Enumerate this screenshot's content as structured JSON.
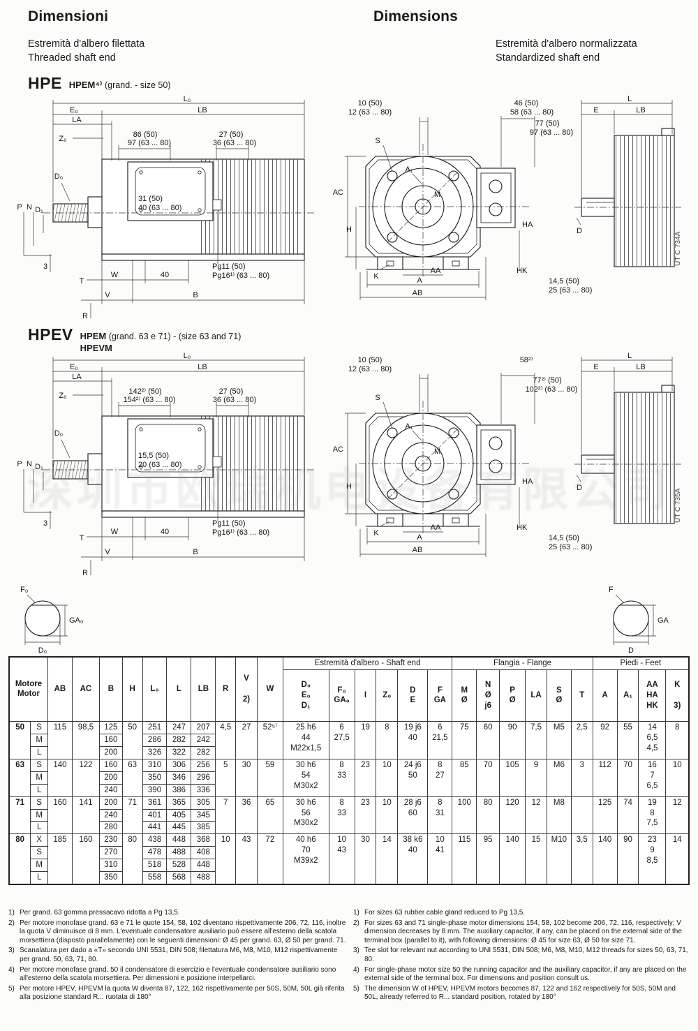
{
  "page": {
    "title_left": "Dimensioni",
    "title_right": "Dimensions",
    "subtitle_left_line1": "Estremità d'albero filettata",
    "subtitle_left_line2": "Threaded shaft end",
    "subtitle_right_line1": "Estremità d'albero normalizzata",
    "subtitle_right_line2": "Standardized shaft end",
    "watermark": "深圳市欧瑞机电设备有限公司"
  },
  "hpe": {
    "title": "HPE",
    "sub": "HPEM⁴⁾",
    "size_note": "(grand. - size 50)",
    "labels": {
      "ref": "UT C  734A",
      "L0": "L₀",
      "LB": "LB",
      "E0": "E₀",
      "LA": "LA",
      "Z0": "Z₀",
      "box_l1": "86 (50)",
      "box_l2": "97 (63 ... 80)",
      "box_r1": "27 (50)",
      "box_r2": "36 (63 ... 80)",
      "in1": "31 (50)",
      "in2": "40 (63 ... 80)",
      "D0": "D₀",
      "P": "P",
      "N": "N",
      "D1": "D₁",
      "pg1": "Pg11  (50)",
      "pg2": "Pg16¹⁾ (63 ... 80)",
      "d3": "3",
      "T": "T",
      "W": "W",
      "d40": "40",
      "V": "V",
      "B": "B",
      "R": "R",
      "f_t1": "10 (50)",
      "f_t2": "12 (63 ... 80)",
      "f_r1a": "46 (50)",
      "f_r1b": "58 (63 ... 80)",
      "f_r2a": "77 (50)",
      "f_r2b": "97 (63 ... 80)",
      "S": "S",
      "AC": "AC",
      "A1": "A₁",
      "M": "M",
      "H": "H",
      "HA": "HA",
      "K": "K",
      "AA": "AA",
      "HK": "HK",
      "A": "A",
      "AB": "AB",
      "f_b1": "14,5 (50)",
      "f_b2": "25   (63 ... 80)",
      "L": "L",
      "LBe": "LB",
      "E": "E",
      "D": "D"
    }
  },
  "hpev": {
    "title": "HPEV",
    "sub1": "HPEM",
    "size_note": "(grand. 63 e 71) - (size 63 and 71)",
    "sub2": "HPEVM",
    "labels": {
      "ref": "UT C  735A",
      "L0": "L₀",
      "LB": "LB",
      "E0": "E₀",
      "LA": "LA",
      "Z0": "Z₀",
      "box_l1": "142²⁾ (50)",
      "box_l2": "154²⁾ (63 ... 80)",
      "box_r1": "27 (50)",
      "box_r2": "36 (63 ... 80)",
      "in1": "15,5 (50)",
      "in2": "20  (63 ... 80)",
      "D0": "D₀",
      "P": "P",
      "N": "N",
      "D1": "D₁",
      "pg1": "Pg11  (50)",
      "pg2": "Pg16¹⁾ (63 ... 80)",
      "d3": "3",
      "T": "T",
      "W": "W",
      "d40": "40",
      "V": "V",
      "B": "B",
      "R": "R",
      "f_t1": "10 (50)",
      "f_t2": "12 (63 ... 80)",
      "f_r1a": "58²⁾",
      "f_r1b": "",
      "f_r2a": "77²⁾ (50)",
      "f_r2b": "102²⁾ (63 ... 80)",
      "S": "S",
      "AC": "AC",
      "A1": "A₁",
      "M": "M",
      "H": "H",
      "HA": "HA",
      "K": "K",
      "AA": "AA",
      "HK": "HK",
      "A": "A",
      "AB": "AB",
      "f_b1": "14,5 (50)",
      "f_b2": "25   (63 ... 80)",
      "L": "L",
      "LBe": "LB",
      "E": "E",
      "D": "D"
    }
  },
  "shaft_detail": {
    "left": {
      "F": "F₀",
      "GA": "GA₀",
      "D": "D₀"
    },
    "right": {
      "F": "F",
      "GA": "GA",
      "D": "D"
    }
  },
  "table": {
    "motor_header": "Motore\nMotor",
    "plain_cols": [
      {
        "key": "AB",
        "label": "AB"
      },
      {
        "key": "AC",
        "label": "AC"
      },
      {
        "key": "B",
        "label": "B"
      },
      {
        "key": "H",
        "label": "H"
      },
      {
        "key": "L0",
        "label": "L₀"
      },
      {
        "key": "L",
        "label": "L"
      },
      {
        "key": "LB",
        "label": "LB"
      },
      {
        "key": "R",
        "label": "R"
      },
      {
        "key": "V",
        "label": "V",
        "note": "2)"
      },
      {
        "key": "W",
        "label": "W"
      }
    ],
    "groups": [
      {
        "label": "Estremità d'albero - Shaft end",
        "cols": [
          {
            "key": "DED",
            "label": "D₀\nE₀\nD₁"
          },
          {
            "key": "FGA0",
            "label": "F₀\nGA₀"
          },
          {
            "key": "I",
            "label": "I"
          },
          {
            "key": "Z0",
            "label": "Z₀"
          },
          {
            "key": "DE",
            "label": "D\nE"
          },
          {
            "key": "FGA",
            "label": "F\nGA"
          }
        ]
      },
      {
        "label": "Flangia - Flange",
        "cols": [
          {
            "key": "M",
            "label": "M\nØ"
          },
          {
            "key": "N",
            "label": "N\nØ\nj6"
          },
          {
            "key": "P",
            "label": "P\nØ"
          },
          {
            "key": "LA",
            "label": "LA"
          },
          {
            "key": "S",
            "label": "S\nØ"
          },
          {
            "key": "T",
            "label": "T"
          }
        ]
      },
      {
        "label": "Piedi - Feet",
        "cols": [
          {
            "key": "A",
            "label": "A"
          },
          {
            "key": "A1",
            "label": "A₁"
          },
          {
            "key": "AAHK",
            "label": "AA\nHA\nHK"
          },
          {
            "key": "K",
            "label": "K",
            "note": "3)"
          }
        ]
      }
    ],
    "col_order": [
      "AB",
      "AC",
      "B",
      "H",
      "L0",
      "L",
      "LB",
      "R",
      "V",
      "W",
      "DED",
      "FGA0",
      "I",
      "Z0",
      "DE",
      "FGA",
      "M",
      "N",
      "P",
      "LA",
      "S",
      "T",
      "A",
      "A1",
      "AAHK",
      "K"
    ],
    "variant_cols": [
      "B",
      "L0",
      "L",
      "LB"
    ],
    "rows": [
      {
        "size": "50",
        "variants": [
          {
            "v": "S",
            "B": "125",
            "L0": "251",
            "L": "247",
            "LB": "207"
          },
          {
            "v": "M",
            "B": "160",
            "L0": "286",
            "L": "282",
            "LB": "242"
          },
          {
            "v": "L",
            "B": "200",
            "L0": "326",
            "L": "322",
            "LB": "282"
          }
        ],
        "shared": {
          "AB": "115",
          "AC": "98,5",
          "H": "50",
          "R": "4,5",
          "V": "27",
          "W": "52⁵⁾",
          "DED": "25 h6\n44\nM22x1,5",
          "FGA0": "6\n27,5",
          "I": "19",
          "Z0": "8",
          "DE": "19 j6\n40",
          "FGA": "6\n21,5",
          "M": "75",
          "N": "60",
          "P": "90",
          "LA": "7,5",
          "S": "M5",
          "T": "2,5",
          "A": "92",
          "A1": "55",
          "AAHK": "14\n6,5\n4,5",
          "K": "8"
        }
      },
      {
        "size": "63",
        "variants": [
          {
            "v": "S",
            "B": "160",
            "L0": "310",
            "L": "306",
            "LB": "256"
          },
          {
            "v": "M",
            "B": "200",
            "L0": "350",
            "L": "346",
            "LB": "296"
          },
          {
            "v": "L",
            "B": "240",
            "L0": "390",
            "L": "386",
            "LB": "336"
          }
        ],
        "shared": {
          "AB": "140",
          "AC": "122",
          "H": "63",
          "R": "5",
          "V": "30",
          "W": "59",
          "DED": "30 h6\n54\nM30x2",
          "FGA0": "8\n33",
          "I": "23",
          "Z0": "10",
          "DE": "24 j6\n50",
          "FGA": "8\n27",
          "M": "85",
          "N": "70",
          "P": "105",
          "LA": "9",
          "S": "M6",
          "T": "3",
          "A": "112",
          "A1": "70",
          "AAHK": "16\n7\n6,5",
          "K": "10"
        }
      },
      {
        "size": "71",
        "variants": [
          {
            "v": "S",
            "B": "200",
            "L0": "361",
            "L": "365",
            "LB": "305"
          },
          {
            "v": "M",
            "B": "240",
            "L0": "401",
            "L": "405",
            "LB": "345"
          },
          {
            "v": "L",
            "B": "280",
            "L0": "441",
            "L": "445",
            "LB": "385"
          }
        ],
        "shared": {
          "AB": "160",
          "AC": "141",
          "H": "71",
          "R": "7",
          "V": "36",
          "W": "65",
          "DED": "30 h6\n56\nM30x2",
          "FGA0": "8\n33",
          "I": "23",
          "Z0": "10",
          "DE": "28 j6\n60",
          "FGA": "8\n31",
          "M": "100",
          "N": "80",
          "P": "120",
          "LA": "12",
          "S": "M8",
          "T": "",
          "A": "125",
          "A1": "74",
          "AAHK": "19\n8\n7,5",
          "K": "12"
        }
      },
      {
        "size": "80",
        "variants": [
          {
            "v": "X",
            "B": "230",
            "L0": "438",
            "L": "448",
            "LB": "368"
          },
          {
            "v": "S",
            "B": "270",
            "L0": "478",
            "L": "488",
            "LB": "408"
          },
          {
            "v": "M",
            "B": "310",
            "L0": "518",
            "L": "528",
            "LB": "448"
          },
          {
            "v": "L",
            "B": "350",
            "L0": "558",
            "L": "568",
            "LB": "488"
          }
        ],
        "shared": {
          "AB": "185",
          "AC": "160",
          "H": "80",
          "R": "10",
          "V": "43",
          "W": "72",
          "DED": "40 h6\n70\nM39x2",
          "FGA0": "10\n43",
          "I": "30",
          "Z0": "14",
          "DE": "38 k6\n40",
          "FGA": "10\n41",
          "M": "115",
          "N": "95",
          "P": "140",
          "LA": "15",
          "S": "M10",
          "T": "3,5",
          "A": "140",
          "A1": "90",
          "AAHK": "23\n9\n8,5",
          "K": "14"
        }
      }
    ]
  },
  "footnotes": {
    "it": [
      {
        "n": "1)",
        "text": "Per grand. 63 gomma pressacavo ridotta a Pg 13,5."
      },
      {
        "n": "2)",
        "text": "Per motore monofase grand. 63 e 71 le quote 154, 58, 102 diventano rispettivamente 206, 72, 116, inoltre la quota V diminuisce di 8 mm. L'eventuale condensatore ausiliario può essere all'esterno della scatola morsettiera (disposto parallelamente) con le seguenti dimensioni: Ø 45 per grand. 63, Ø 50 per grand. 71."
      },
      {
        "n": "3)",
        "text": "Scanalatura per dado a «T» secondo UNI 5531, DIN 508; filettatura M6, M8, M10, M12 rispettivamente per grand. 50, 63, 71, 80."
      },
      {
        "n": "4)",
        "text": "Per motore monofase grand. 50 il condensatore di esercizio e l'eventuale condensatore ausiliario sono all'esterno della scatola morsettiera. Per dimensioni e posizione interpellarci."
      },
      {
        "n": "5)",
        "text": "Per motore HPEV, HPEVM la quota W diventa 87, 122, 162 rispettivamente per 50S, 50M, 50L già riferita alla posizione standard R... ruotata di 180°"
      }
    ],
    "en": [
      {
        "n": "1)",
        "text": "For sizes 63 rubber cable gland reduced to Pg 13,5."
      },
      {
        "n": "2)",
        "text": "For sizes 63 and 71 single-phase motor dimensions 154, 58, 102 become 206, 72, 116, respectively; V dimension decreases by 8 mm. The auxiliary capacitor, if any, can be placed on the external side of the terminal box (parallel to it), with following dimensions: Ø 45 for size 63, Ø 50 for size 71."
      },
      {
        "n": "3)",
        "text": "Tee slot for relevant nut according to UNI 5531, DIN 508; M6, M8, M10, M12 threads for sizes 50, 63, 71, 80."
      },
      {
        "n": "4)",
        "text": "For single-phase motor size 50 the running capacitor and the auxiliary capacitor, if any are placed on the external side of the terminal box. For dimensions and position consult us."
      },
      {
        "n": "5)",
        "text": "The dimension W of HPEV, HPEVM motors becomes 87, 122 and 162 respectively for 50S, 50M and 50L, already referred to R... standard position, rotated by 180°"
      }
    ]
  }
}
